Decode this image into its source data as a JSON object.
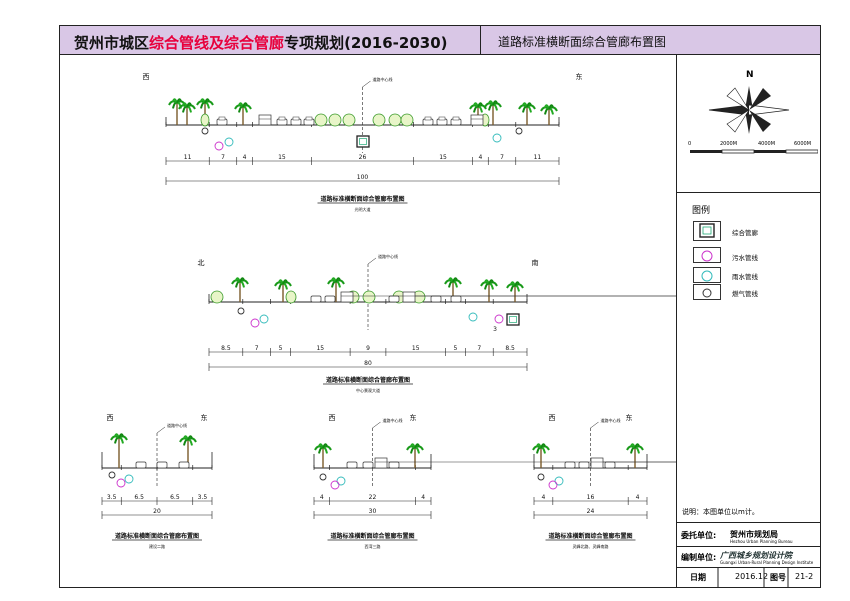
{
  "title": {
    "prefix": "贺州市城区",
    "highlight1": "综合管线",
    "joiner": "及",
    "highlight2": "综合管廊",
    "suffix": "专项规划(2016-2030)",
    "sheet_name": "道路标准横断面综合管廊布置图"
  },
  "compass": {
    "north_label": "N",
    "scale_labels": [
      "0",
      "2000M",
      "4000M",
      "6000M"
    ]
  },
  "legend": {
    "title": "图例",
    "items": [
      {
        "label": "综合管廊",
        "icon": "utility-tunnel-icon"
      },
      {
        "label": "污水管线",
        "icon": "sewage-pipe-icon",
        "color": "#cc33cc"
      },
      {
        "label": "雨水管线",
        "icon": "rainwater-pipe-icon",
        "color": "#33bbbb"
      },
      {
        "label": "燃气管线",
        "icon": "gas-pipe-icon",
        "color": "#333333"
      }
    ]
  },
  "note": "说明：本图单位以m计。",
  "info": {
    "client_label": "委托单位:",
    "client_value": "贺州市规划局",
    "client_value_en": "Hezhou Urban Planning Bureau",
    "designer_label": "编制单位:",
    "designer_value": "广西城乡规划设计院",
    "designer_value_en": "Guangxi Urban-Rural Planning Design Institute",
    "date_label": "日期",
    "date_value": "2016.12",
    "drawing_no_label": "图号",
    "drawing_no_value": "21-2"
  },
  "sections": [
    {
      "dir_left": "西",
      "dir_right": "东",
      "centerline_label": "道路中心线",
      "segments": [
        "11",
        "7",
        "4",
        "15",
        "26",
        "15",
        "4",
        "7",
        "11"
      ],
      "total": "100",
      "caption": "道路标准横断面综合管廊布置图",
      "subcaption": "光明大道"
    },
    {
      "dir_left": "北",
      "dir_right": "南",
      "centerline_label": "道路中心线",
      "segments": [
        "8.5",
        "7",
        "5",
        "15",
        "9",
        "15",
        "5",
        "7",
        "8.5"
      ],
      "total": "80",
      "caption": "道路标准横断面综合管廊布置图",
      "subcaption": "中心景观大道",
      "tunnel_dim": "3"
    },
    {
      "dir_left": "西",
      "dir_right": "东",
      "centerline_label": "道路中心线",
      "segments": [
        "3.5",
        "6.5",
        "6.5",
        "3.5"
      ],
      "total": "20",
      "caption": "道路标准横断面综合管廊布置图",
      "subcaption": "建设二路"
    },
    {
      "dir_left": "西",
      "dir_right": "东",
      "centerline_label": "道路中心线",
      "segments": [
        "4",
        "22",
        "4"
      ],
      "total": "30",
      "caption": "道路标准横断面综合管廊布置图",
      "subcaption": "西湾三路"
    },
    {
      "dir_left": "西",
      "dir_right": "东",
      "centerline_label": "道路中心线",
      "segments": [
        "4",
        "16",
        "4"
      ],
      "total": "24",
      "caption": "道路标准横断面综合管廊布置图",
      "subcaption": "灵峰北路、灵峰南路"
    }
  ]
}
